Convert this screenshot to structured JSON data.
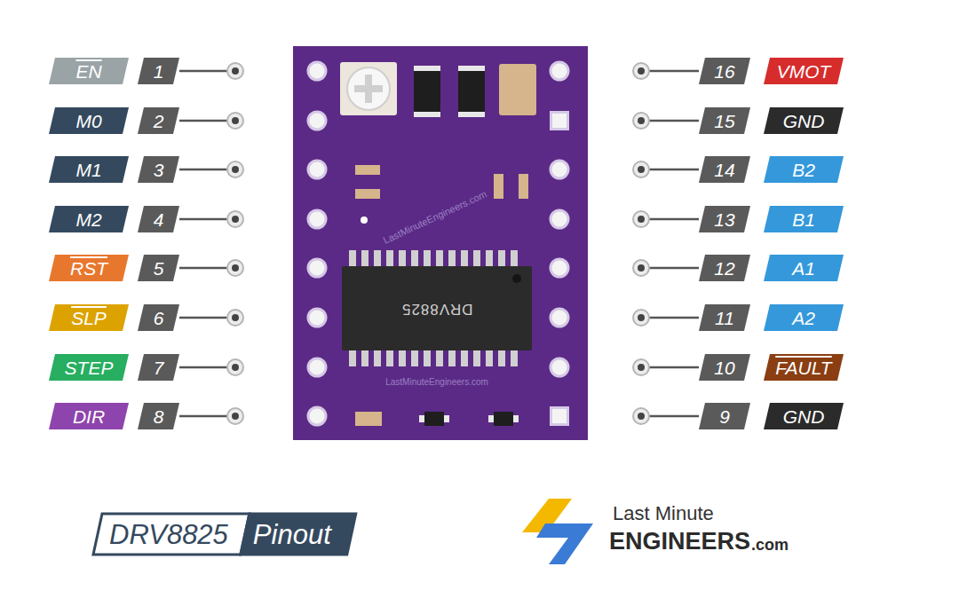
{
  "diagram": {
    "nodes": [
      {
        "text": [
          "EN"
        ]
      },
      {
        "text": [
          "1"
        ]
      },
      {
        "text": [
          "M0"
        ]
      },
      {
        "text": [
          "2"
        ]
      },
      {
        "text": [
          "M1"
        ]
      },
      {
        "text": [
          "3"
        ]
      },
      {
        "text": [
          "M2"
        ]
      },
      {
        "text": [
          "4"
        ]
      },
      {
        "text": [
          "RST"
        ]
      },
      {
        "text": [
          "5"
        ]
      },
      {
        "text": [
          "SLP"
        ]
      },
      {
        "text": [
          "6"
        ]
      },
      {
        "text": [
          "STEP"
        ]
      },
      {
        "text": [
          "7"
        ]
      },
      {
        "text": [
          "DIR"
        ]
      },
      {
        "text": [
          "8"
        ]
      },
      {
        "text": [
          "DRV8825"
        ]
      },
      {
        "text": [
          "16"
        ]
      },
      {
        "text": [
          "VMOT"
        ]
      },
      {
        "text": [
          "15"
        ]
      },
      {
        "text": [
          "GND"
        ]
      },
      {
        "text": [
          "14"
        ]
      },
      {
        "text": [
          "B2"
        ]
      },
      {
        "text": [
          "13"
        ]
      },
      {
        "text": [
          "B1"
        ]
      },
      {
        "text": [
          "12"
        ]
      },
      {
        "text": [
          "A1"
        ]
      },
      {
        "text": [
          "11"
        ]
      },
      {
        "text": [
          "A2"
        ]
      },
      {
        "text": [
          "10"
        ]
      },
      {
        "text": [
          "FAULT"
        ]
      },
      {
        "text": [
          "9"
        ]
      },
      {
        "text": [
          "GND"
        ]
      },
      {
        "text": [
          "DRV8825",
          "Pinout"
        ]
      }
    ],
    "labels": [
      "LastMinuteEngineers.com",
      "LastMinuteEngineers.com",
      "Last Minute",
      "ENGINEERS",
      ".com"
    ]
  }
}
